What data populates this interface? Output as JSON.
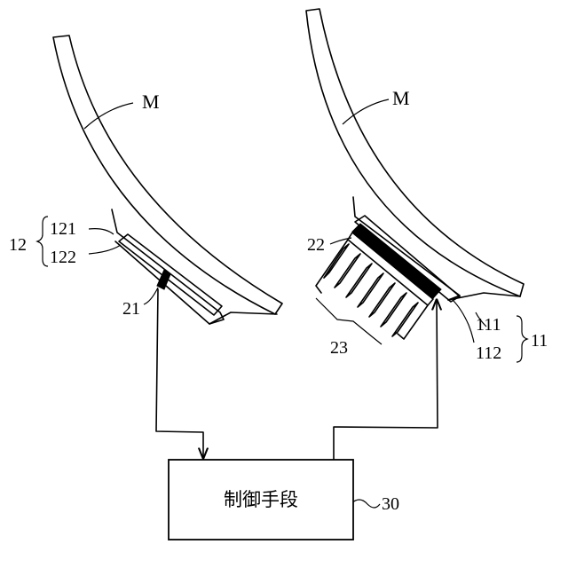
{
  "labels": {
    "left_drum": "M",
    "right_drum": "M",
    "group_12": "12",
    "label_121": "121",
    "label_122": "122",
    "label_21": "21",
    "label_22": "22",
    "label_23": "23",
    "label_111": "111",
    "label_112": "112",
    "group_11": "11",
    "label_30": "30"
  },
  "control_box": {
    "text": "制御手段"
  }
}
